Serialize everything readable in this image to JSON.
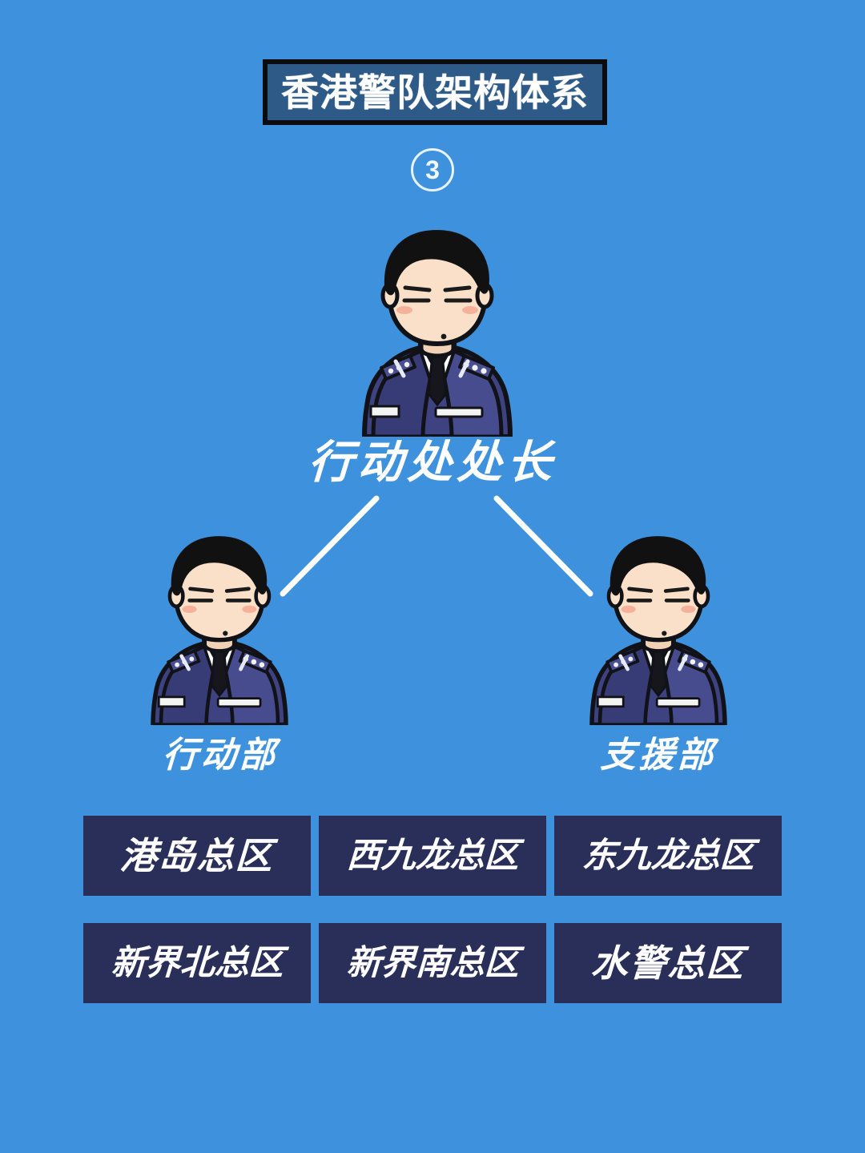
{
  "page": {
    "background_color": "#3E92DD",
    "title": "香港警队架构体系",
    "page_number": "3"
  },
  "colors": {
    "background": "#3E92DD",
    "title_box_fill": "#2E5A87",
    "title_box_border": "#0B0C10",
    "region_box_fill": "#2A2F5A",
    "label_text": "#FFFFFF",
    "connector_line": "#FFFFFF",
    "uniform_navy": "#3E4280",
    "uniform_dark": "#2B2E5E",
    "skin": "#FAE0C8",
    "hair": "#121212",
    "blush": "#F0A890"
  },
  "hierarchy": {
    "level1": {
      "label": "行动处处长",
      "avatar": "police-officer-avatar"
    },
    "level2": [
      {
        "label": "行动部",
        "avatar": "police-officer-avatar"
      },
      {
        "label": "支援部",
        "avatar": "police-officer-avatar"
      }
    ],
    "regions": [
      "港岛总区",
      "西九龙总区",
      "东九龙总区",
      "新界北总区",
      "新界南总区",
      "水警总区"
    ]
  },
  "chart_data": {
    "type": "diagram",
    "title": "香港警队架构体系",
    "subtitle": "3",
    "nodes": [
      {
        "id": "n0",
        "label": "行动处处长",
        "level": 1
      },
      {
        "id": "n1",
        "label": "行动部",
        "level": 2
      },
      {
        "id": "n2",
        "label": "支援部",
        "level": 2
      },
      {
        "id": "r1",
        "label": "港岛总区",
        "level": 3
      },
      {
        "id": "r2",
        "label": "西九龙总区",
        "level": 3
      },
      {
        "id": "r3",
        "label": "东九龙总区",
        "level": 3
      },
      {
        "id": "r4",
        "label": "新界北总区",
        "level": 3
      },
      {
        "id": "r5",
        "label": "新界南总区",
        "level": 3
      },
      {
        "id": "r6",
        "label": "水警总区",
        "level": 3
      }
    ],
    "edges": [
      {
        "from": "n0",
        "to": "n1"
      },
      {
        "from": "n0",
        "to": "n2"
      }
    ]
  }
}
